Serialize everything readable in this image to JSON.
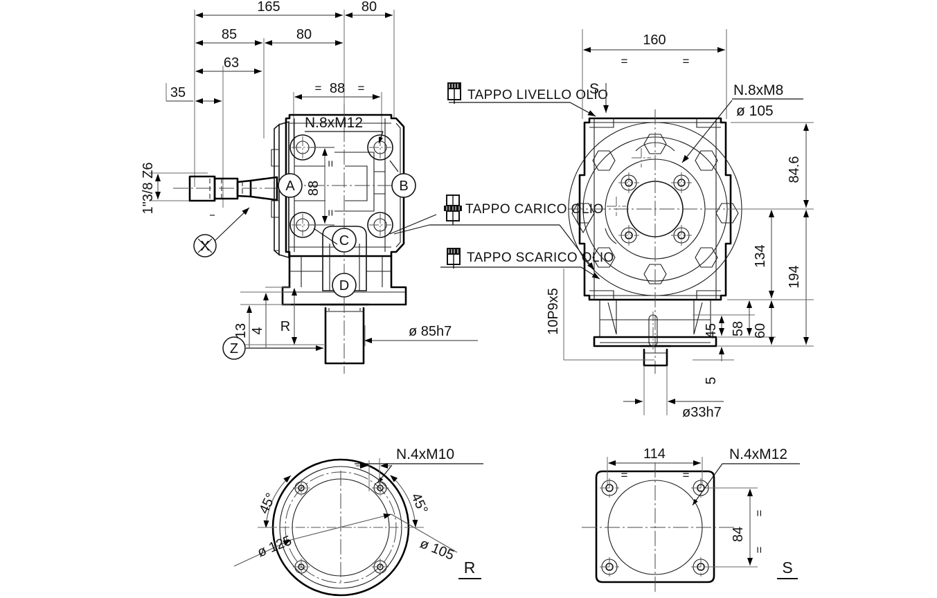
{
  "drawing": {
    "title": "Right-angle bevel gearbox – dimensional drawing",
    "line_color": "#000000",
    "dim_color": "#555555",
    "background": "#ffffff"
  },
  "views": {
    "front": {
      "name": "front-section-view",
      "label": ""
    },
    "side": {
      "name": "side-view",
      "label": ""
    },
    "detail_r": {
      "name": "detail-view-r",
      "label": "R"
    },
    "detail_s": {
      "name": "detail-view-s",
      "label": "S"
    }
  },
  "front_view": {
    "dims": {
      "d165": "165",
      "d80_top": "80",
      "d85": "85",
      "d80_mid": "80",
      "d63": "63",
      "d88_top": "88",
      "d35": "35",
      "d88_vert": "88",
      "d13": "13",
      "d4": "4",
      "shaft_dia": "ø 85h7"
    },
    "notes": {
      "bolts": "N.8xM12",
      "spline": "1\"3/8 Z6",
      "eq_left": "=",
      "eq_right": "="
    },
    "bubbles": [
      "A",
      "B",
      "C",
      "D"
    ],
    "markers": {
      "x": "X",
      "z": "Z",
      "r": "R"
    }
  },
  "side_view": {
    "dims": {
      "d160": "160",
      "d84_6": "84.6",
      "d134": "134",
      "d194": "194",
      "d45": "45",
      "d58": "58",
      "d60": "60",
      "d5": "5",
      "shaft_dia": "ø33h7",
      "keyway": "10P9x5"
    },
    "notes": {
      "bolts": "N.8xM8",
      "bolt_circle": "ø 105",
      "section_arrow": "S",
      "eq_left": "=",
      "eq_right": "="
    }
  },
  "plugs": [
    {
      "icon": "oil-level-plug-icon",
      "label": "TAPPO LIVELLO OLIO"
    },
    {
      "icon": "oil-filler-plug-icon",
      "label": "TAPPO CARICO OLIO"
    },
    {
      "icon": "oil-drain-plug-icon",
      "label": "TAPPO SCARICO OLIO"
    }
  ],
  "detail_r": {
    "view_label": "R",
    "dims": {
      "outer_dia": "ø 125",
      "bolt_circle": "ø 105",
      "angle_left": "45°",
      "angle_right": "45°"
    },
    "notes": {
      "bolts": "N.4xM10"
    }
  },
  "detail_s": {
    "view_label": "S",
    "dims": {
      "width": "114",
      "height": "84",
      "eq_h_left": "=",
      "eq_h_right": "=",
      "eq_v_top": "=",
      "eq_v_bot": "="
    },
    "notes": {
      "bolts": "N.4xM12"
    }
  },
  "chart_data": {
    "type": "table",
    "title": "Gearbox dimensions (mm)",
    "categories": [
      "165",
      "80",
      "85",
      "80",
      "63",
      "35",
      "88",
      "88",
      "13",
      "4",
      "85h7",
      "160",
      "84.6",
      "134",
      "194",
      "45",
      "58",
      "60",
      "5",
      "33h7",
      "114",
      "84",
      "125",
      "105"
    ],
    "values": [
      165,
      80,
      85,
      80,
      63,
      35,
      88,
      88,
      13,
      4,
      85,
      160,
      84.6,
      134,
      194,
      45,
      58,
      60,
      5,
      33,
      114,
      84,
      125,
      105
    ]
  }
}
